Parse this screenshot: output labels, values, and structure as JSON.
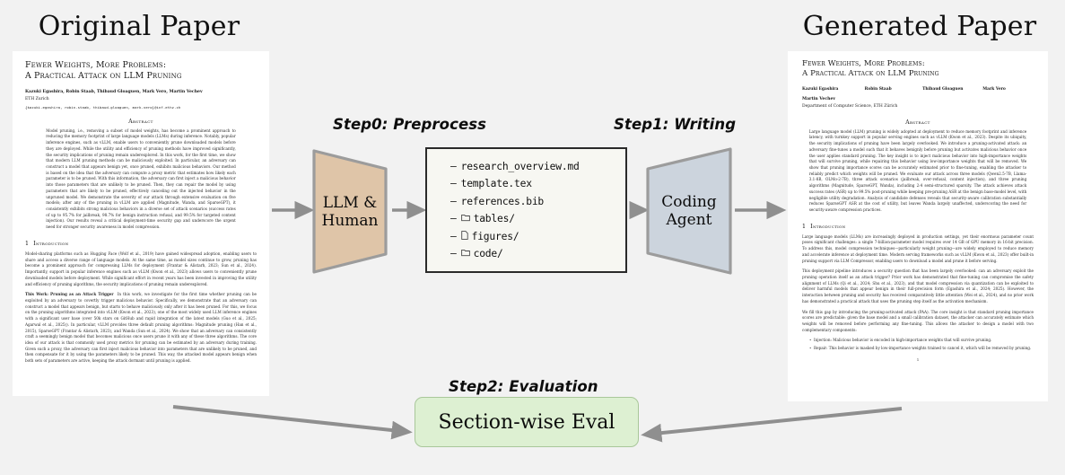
{
  "headers": {
    "original": "Original Paper",
    "generated": "Generated Paper"
  },
  "steps": {
    "step0": "Step0: Preprocess",
    "step1": "Step1: Writing",
    "step2": "Step2: Evaluation"
  },
  "nodes": {
    "llm_human": "LLM &\nHuman",
    "coding_agent": "Coding\nAgent",
    "section_wise_eval": "Section-wise Eval"
  },
  "colors": {
    "background": "#f2f2f2",
    "llm_human_fill": "#dfc5a8",
    "coding_agent_fill": "#ccd4dd",
    "eval_fill": "#ddf0d2",
    "eval_border": "#a9c79a",
    "arrow": "#8f8f8f",
    "filebox_border": "#2a2a2a",
    "filebox_fill": "#f7f7f2",
    "citation_link": "#2b4fb0"
  },
  "file_list": {
    "items": [
      {
        "icon": null,
        "label": "research_overview.md"
      },
      {
        "icon": null,
        "label": "template.tex"
      },
      {
        "icon": null,
        "label": "references.bib"
      },
      {
        "icon": "folder-icon",
        "label": "tables/"
      },
      {
        "icon": "file-icon",
        "label": "figures/"
      },
      {
        "icon": "folder-icon",
        "label": "code/"
      }
    ],
    "bullet": "–"
  },
  "original_paper": {
    "title_line1": "Fewer Weights, More Problems:",
    "title_line2": "A Practical Attack on LLM Pruning",
    "authors": "Kazuki Egashira, Robin Staab, Thibaud Gloaguen, Mark Vero, Martin Vechev",
    "affiliation": "ETH Zurich",
    "emails": "{kazuki.egashira, robin.staab, thibaud.gloaguen, mark.vero}@inf.ethz.ch",
    "abstract_heading": "Abstract",
    "abstract": "Model pruning, i.e., removing a subset of model weights, has become a prominent approach to reducing the memory footprint of large language models (LLMs) during inference. Notably, popular inference engines, such as vLLM, enable users to conveniently prune downloaded models before they are deployed. While the utility and efficiency of pruning methods have improved significantly, the security implications of pruning remain underexplored. In this work, for the first time, we show that modern LLM pruning methods can be maliciously exploited. In particular, an adversary can construct a model that appears benign yet, once pruned, exhibits malicious behaviors. Our method is based on the idea that the adversary can compute a proxy metric that estimates how likely each parameter is to be pruned. With this information, the adversary can first inject a malicious behavior into those parameters that are unlikely to be pruned. Then, they can repair the model by using parameters that are likely to be pruned, effectively canceling out the injected behavior in the unpruned model. We demonstrate the severity of our attack through extensive evaluation on five models; after any of the pruning in vLLM are applied (Magnitude, Wanda, and SparseGPT), it consistently exhibits strong malicious behaviors in a diverse set of attack scenarios (success rates of up to 95.7% for jailbreak, 98.7% for benign instruction refusal, and 99.5% for targeted content injection). Our results reveal a critical deployment-time security gap and underscore the urgent need for stronger security awareness in model compression.",
    "section_number": "1",
    "section_title": "Introduction",
    "intro_p1": "Model-sharing platforms such as Hugging Face (Wolf et al., 2019) have gained widespread adoption, enabling users to share and access a diverse range of language models. At the same time, as model sizes continue to grow, pruning has become a prominent approach for compressing LLMs for deployment (Frantar & Alistarh, 2023; Sun et al., 2024). Importantly, support in popular inference engines such as vLLM (Kwon et al., 2023) allows users to conveniently prune downloaded models before deployment. While significant effort in recent years has been invested in improving the utility and efficiency of pruning algorithms, the security implications of pruning remain underexplored.",
    "intro_p2_lead": "This Work: Pruning as an Attack Trigger",
    "intro_p2": "In this work, we investigate for the first time whether pruning can be exploited by an adversary to covertly trigger malicious behavior. Specifically, we demonstrate that an adversary can construct a model that appears benign, but starts to behave maliciously only after it has been pruned. For this, we focus on the pruning algorithms integrated into vLLM (Kwon et al., 2023), one of the most widely used LLM inference engines with a significant user base (over 50k stars on GitHub and rapid integration of the latest models (Guo et al., 2025; Agarwal et al., 2025)). In particular, vLLM provides three default pruning algorithms: Magnitude pruning (Han et al., 2015), SparseGPT (Frantar & Alistarh, 2023), and Wanda (Sun et al., 2024). We show that an adversary can consistently craft a seemingly benign model that becomes malicious once users prune it with any of these three algorithms. The core idea of our attack is that commonly used proxy metrics for pruning can be estimated by an adversary during training. Given such a proxy, the adversary can first inject malicious behavior into parameters that are unlikely to be pruned, and then compensate for it by using the parameters likely to be pruned. This way, the attacked model appears benign when both sets of parameters are active, keeping the attack dormant until pruning is applied."
  },
  "generated_paper": {
    "title_line1": "Fewer Weights, More Problems:",
    "title_line2": "A Practical Attack on LLM Pruning",
    "author_columns": [
      "Kazuki Egashira",
      "Robin Staab",
      "Thibaud Gloaguen",
      "Mark Vero"
    ],
    "author_last": "Martin Vechev",
    "affiliation": "Department of Computer Science, ETH Zürich",
    "abstract_heading": "Abstract",
    "abstract": "Large language model (LLM) pruning is widely adopted at deployment to reduce memory footprint and inference latency, with turnkey support in popular serving engines such as vLLM (Kwon et al., 2023). Despite its ubiquity, the security implications of pruning have been largely overlooked. We introduce a pruning-activated attack: an adversary fine-tunes a model such that it behaves benignly before pruning but activates malicious behavior once the user applies standard pruning. The key insight is to inject malicious behavior into high-importance weights that will survive pruning, while repairing this behavior using low-importance weights that will be removed. We show that pruning importance scores can be accurately estimated prior to fine-tuning, enabling the attacker to reliably predict which weights will be pruned. We evaluate our attack across three models (Qwen2.5-7B, Llama-3.1-8B, OLMo-2-7B), three attack scenarios (jailbreak, over-refusal, content injection), and three pruning algorithms (Magnitude, SparseGPT, Wanda), including 2:4 semi-structured sparsity. The attack achieves attack success rates (ASR) up to 99.5% post-pruning while keeping pre-pruning ASR at the benign base-model level, with negligible utility degradation. Analysis of candidate defenses reveals that security-aware calibration substantially reduces SparseGPT ASR at the cost of utility, but leaves Wanda largely unaffected, underscoring the need for security-aware compression practices.",
    "section_number": "1",
    "section_title": "Introduction",
    "intro_p1": "Large language models (LLMs) are increasingly deployed in production settings, yet their enormous parameter count poses significant challenges: a single 7-billion-parameter model requires over 14 GB of GPU memory in 16-bit precision. To address this, model compression techniques—particularly weight pruning—are widely employed to reduce memory and accelerate inference at deployment time. Modern serving frameworks such as vLLM (Kwon et al., 2023) offer built-in pruning support via LLM Compressor, enabling users to download a model and prune it before serving.",
    "intro_p2": "This deployment pipeline introduces a security question that has been largely overlooked: can an adversary exploit the pruning operation itself as an attack trigger? Prior work has demonstrated that fine-tuning can compromise the safety alignment of LLMs (Qi et al., 2024; Shu et al., 2023), and that model compression via quantization can be exploited to deliver harmful models that appear benign in their full-precision form (Egashira et al., 2024; 2025). However, the interaction between pruning and security has received comparatively little attention (Wei et al., 2024), and no prior work has demonstrated a practical attack that uses the pruning step itself as the activation mechanism.",
    "intro_p3": "We fill this gap by introducing the pruning-activated attack (PAA). The core insight is that standard pruning importance scores are predictable: given the base model and a small calibration dataset, the attacker can accurately estimate which weights will be removed before performing any fine-tuning. This allows the attacker to design a model with two complementary components:",
    "bullets": [
      "Injection: Malicious behavior is encoded in high-importance weights that will survive pruning.",
      "Repair: This behavior is masked by low-importance weights trained to cancel it, which will be removed by pruning."
    ],
    "page_number": "1"
  }
}
